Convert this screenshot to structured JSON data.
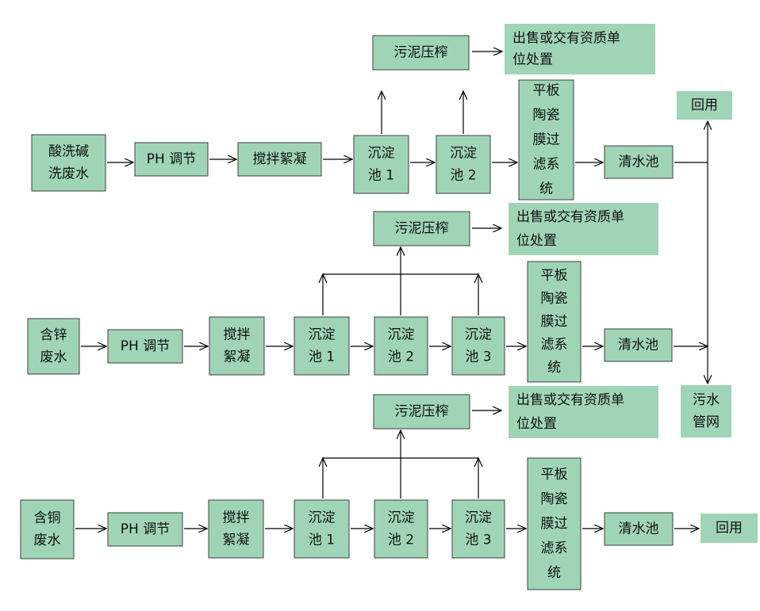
{
  "colors": {
    "box_fill": "#9fd5b6",
    "box_border": "#3f3f3f",
    "arrow": "#000000",
    "text": "#111111"
  },
  "diagram": {
    "nodes": [
      {
        "id": "r1_src",
        "lines": [
          "酸洗碱",
          "洗废水"
        ]
      },
      {
        "id": "r1_ph",
        "lines": [
          "PH 调节"
        ]
      },
      {
        "id": "r1_mix",
        "lines": [
          "搅拌絮凝"
        ]
      },
      {
        "id": "r1_s1",
        "lines": [
          "沉淀",
          "池 1"
        ]
      },
      {
        "id": "r1_s2",
        "lines": [
          "沉淀",
          "池 2"
        ]
      },
      {
        "id": "r1_press",
        "lines": [
          "污泥压榨"
        ]
      },
      {
        "id": "r1_sell",
        "lines": [
          "出售或交有资质单",
          "位处置"
        ]
      },
      {
        "id": "r1_mem",
        "lines": [
          "平板",
          "陶瓷",
          "膜过",
          "滤系",
          "统"
        ]
      },
      {
        "id": "r1_clear",
        "lines": [
          "清水池"
        ]
      },
      {
        "id": "reuse_top",
        "lines": [
          "回用"
        ]
      },
      {
        "id": "sewer",
        "lines": [
          "污水",
          "管网"
        ]
      },
      {
        "id": "r2_src",
        "lines": [
          "含锌",
          "废水"
        ]
      },
      {
        "id": "r2_ph",
        "lines": [
          "PH 调节"
        ]
      },
      {
        "id": "r2_mix",
        "lines": [
          "搅拌",
          "絮凝"
        ]
      },
      {
        "id": "r2_s1",
        "lines": [
          "沉淀",
          "池 1"
        ]
      },
      {
        "id": "r2_s2",
        "lines": [
          "沉淀",
          "池 2"
        ]
      },
      {
        "id": "r2_s3",
        "lines": [
          "沉淀",
          "池 3"
        ]
      },
      {
        "id": "r2_press",
        "lines": [
          "污泥压榨"
        ]
      },
      {
        "id": "r2_sell",
        "lines": [
          "出售或交有资质单",
          "位处置"
        ]
      },
      {
        "id": "r2_mem",
        "lines": [
          "平板",
          "陶瓷",
          "膜过",
          "滤系",
          "统"
        ]
      },
      {
        "id": "r2_clear",
        "lines": [
          "清水池"
        ]
      },
      {
        "id": "r3_src",
        "lines": [
          "含铜",
          "废水"
        ]
      },
      {
        "id": "r3_ph",
        "lines": [
          "PH 调节"
        ]
      },
      {
        "id": "r3_mix",
        "lines": [
          "搅拌",
          "絮凝"
        ]
      },
      {
        "id": "r3_s1",
        "lines": [
          "沉淀",
          "池 1"
        ]
      },
      {
        "id": "r3_s2",
        "lines": [
          "沉淀",
          "池 2"
        ]
      },
      {
        "id": "r3_s3",
        "lines": [
          "沉淀",
          "池 3"
        ]
      },
      {
        "id": "r3_press",
        "lines": [
          "污泥压榨"
        ]
      },
      {
        "id": "r3_sell",
        "lines": [
          "出售或交有资质单",
          "位处置"
        ]
      },
      {
        "id": "r3_mem",
        "lines": [
          "平板",
          "陶瓷",
          "膜过",
          "滤系",
          "统"
        ]
      },
      {
        "id": "r3_clear",
        "lines": [
          "清水池"
        ]
      },
      {
        "id": "r3_reuse",
        "lines": [
          "回用"
        ]
      }
    ],
    "edges": [
      {
        "from": "r1_src",
        "to": "r1_ph"
      },
      {
        "from": "r1_ph",
        "to": "r1_mix"
      },
      {
        "from": "r1_mix",
        "to": "r1_s1"
      },
      {
        "from": "r1_s1",
        "to": "r1_s2"
      },
      {
        "from": "r1_s2",
        "to": "r1_mem"
      },
      {
        "from": "r1_mem",
        "to": "r1_clear"
      },
      {
        "from": "r1_s1",
        "to": "r1_press"
      },
      {
        "from": "r1_s2",
        "to": "r1_press"
      },
      {
        "from": "r1_press",
        "to": "r1_sell"
      },
      {
        "from": "r1_clear",
        "to": "reuse_top"
      },
      {
        "from": "r1_clear",
        "to": "sewer"
      },
      {
        "from": "r2_src",
        "to": "r2_ph"
      },
      {
        "from": "r2_ph",
        "to": "r2_mix"
      },
      {
        "from": "r2_mix",
        "to": "r2_s1"
      },
      {
        "from": "r2_s1",
        "to": "r2_s2"
      },
      {
        "from": "r2_s2",
        "to": "r2_s3"
      },
      {
        "from": "r2_s3",
        "to": "r2_mem"
      },
      {
        "from": "r2_mem",
        "to": "r2_clear"
      },
      {
        "from": "r2_s2",
        "to": "r2_press"
      },
      {
        "from": "r2_press",
        "to": "r2_sell"
      },
      {
        "from": "r2_clear",
        "to": "sewer"
      },
      {
        "from": "r3_src",
        "to": "r3_ph"
      },
      {
        "from": "r3_ph",
        "to": "r3_mix"
      },
      {
        "from": "r3_mix",
        "to": "r3_s1"
      },
      {
        "from": "r3_s1",
        "to": "r3_s2"
      },
      {
        "from": "r3_s2",
        "to": "r3_s3"
      },
      {
        "from": "r3_s3",
        "to": "r3_mem"
      },
      {
        "from": "r3_mem",
        "to": "r3_clear"
      },
      {
        "from": "r3_clear",
        "to": "r3_reuse"
      },
      {
        "from": "r3_s2",
        "to": "r3_press"
      },
      {
        "from": "r3_press",
        "to": "r3_sell"
      }
    ]
  }
}
